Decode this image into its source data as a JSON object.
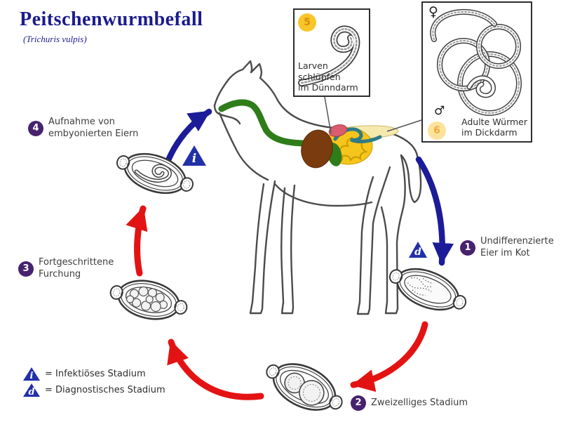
{
  "title": "Peitschenwurmbefall",
  "subtitle": "(Trichuris vulpis)",
  "boxes": {
    "larvae": {
      "number": "5",
      "lines": [
        "Larven schlüpfen",
        "im Dünndarm"
      ]
    },
    "adults": {
      "number": "6",
      "lines": [
        "Adulte Würmer",
        "im Dickdarm"
      ],
      "female_symbol": "♀",
      "male_symbol": "♂"
    }
  },
  "stages": [
    {
      "number": "1",
      "lines": [
        "Undifferenzierte",
        "Eier im Kot"
      ]
    },
    {
      "number": "2",
      "lines": [
        "Zweizelliges Stadium"
      ]
    },
    {
      "number": "3",
      "lines": [
        "Fortgeschrittene",
        "Furchung"
      ]
    },
    {
      "number": "4",
      "lines": [
        "Aufnahme von",
        "embyonierten Eiern"
      ]
    }
  ],
  "markers": {
    "infectious": "i",
    "diagnostic": "d"
  },
  "legend": [
    {
      "symbol": "i",
      "label": "= Infektiöses Stadium"
    },
    {
      "symbol": "d",
      "label": "= Diagnostisches Stadium"
    }
  ],
  "colors": {
    "title_navy": "#1b1b8e",
    "arrow_red": "#e41313",
    "arrow_blue": "#1c1c99",
    "stage_badge_purple": "#47226e",
    "badge_yellow": "#f8c62a",
    "esophagus_green": "#2f7d1a",
    "liver_brown": "#7a3c0e",
    "intestine_yellow": "#f6c51b",
    "colon_teal": "#2e7b86",
    "colon_cream": "#f6e9ae",
    "stomach_pink": "#d95d6e"
  }
}
